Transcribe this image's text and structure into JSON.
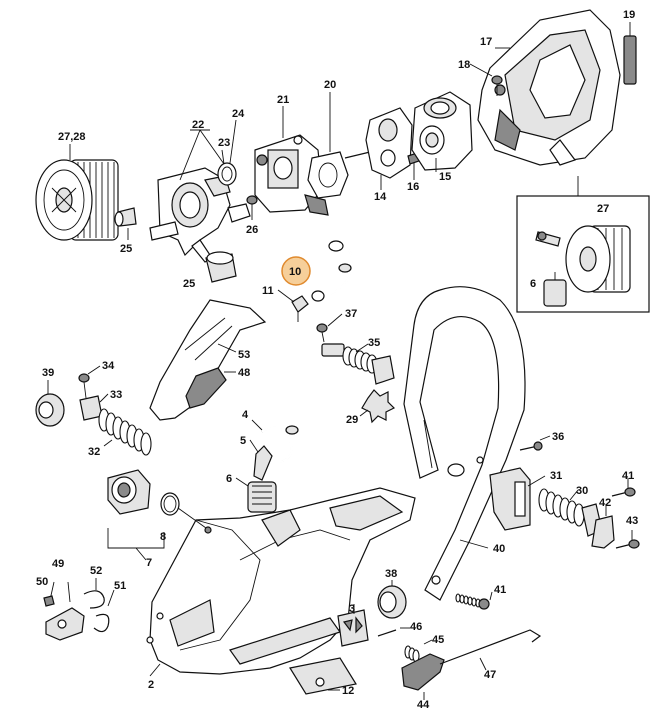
{
  "colors": {
    "line": "#111111",
    "fill": "#ffffff",
    "shade": "#e4e4e4",
    "dark": "#8a8a8a",
    "highlight_fill": "#f6cf9a",
    "highlight_stroke": "#e08a2e"
  },
  "labels": {
    "l2": "2",
    "l3": "3",
    "l4": "4",
    "l5": "5",
    "l6a": "6",
    "l6b": "6",
    "l7": "7",
    "l8": "8",
    "l10": "10",
    "l11": "11",
    "l12": "12",
    "l14": "14",
    "l15": "15",
    "l16": "16",
    "l17": "17",
    "l18": "18",
    "l19": "19",
    "l20": "20",
    "l21": "21",
    "l22": "22",
    "l23": "23",
    "l24": "24",
    "l25a": "25",
    "l25b": "25",
    "l26": "26",
    "l27": "27",
    "l2728": "27,28",
    "l29": "29",
    "l30": "30",
    "l31": "31",
    "l32": "32",
    "l33": "33",
    "l34": "34",
    "l35": "35",
    "l36": "36",
    "l37": "37",
    "l38": "38",
    "l39": "39",
    "l40": "40",
    "l41a": "41",
    "l41b": "41",
    "l42": "42",
    "l43": "43",
    "l44": "44",
    "l45": "45",
    "l46": "46",
    "l47": "47",
    "l48": "48",
    "l49": "49",
    "l50": "50",
    "l51": "51",
    "l52": "52",
    "l53": "53"
  },
  "highlighted_part": "10"
}
